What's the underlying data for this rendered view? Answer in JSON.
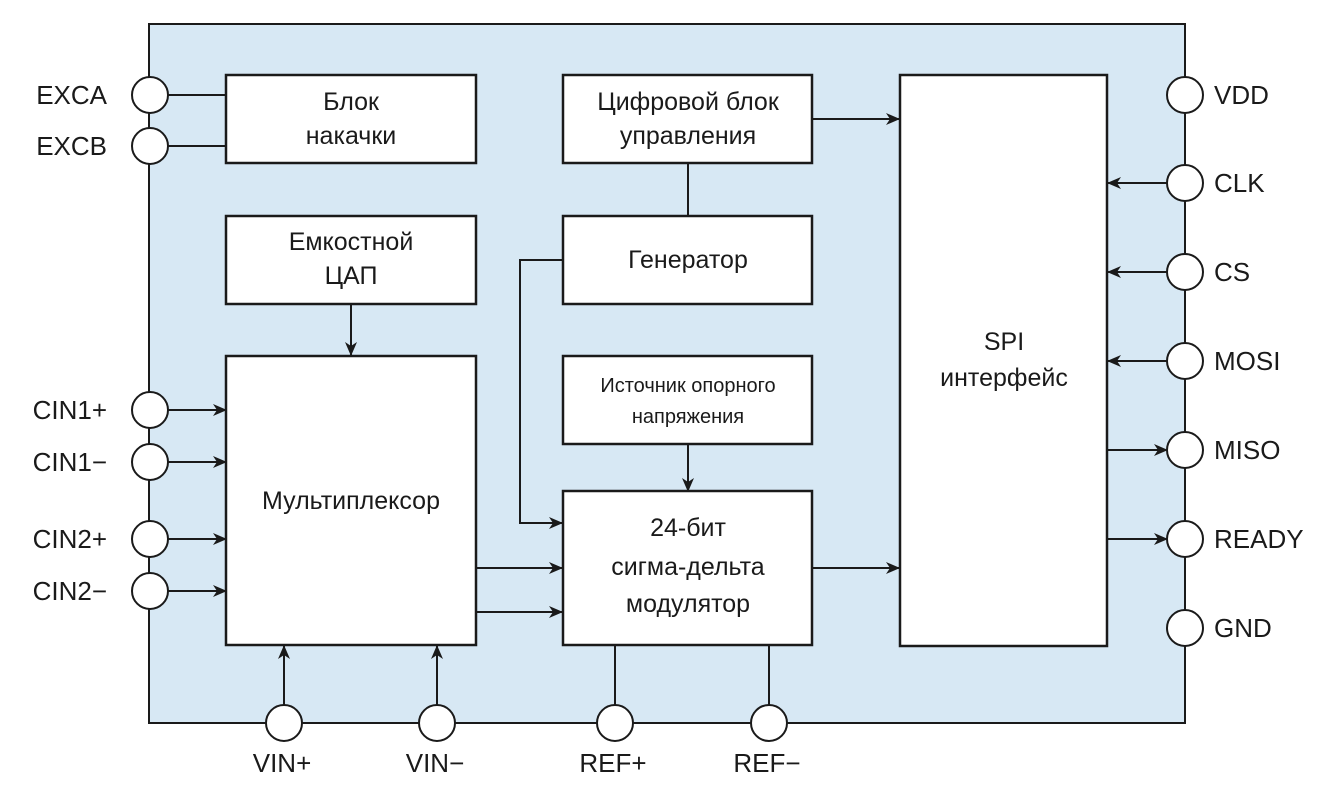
{
  "diagram": {
    "title": "",
    "colors": {
      "chip_fill": "#d7e8f4",
      "line": "#1a1a1a",
      "block_fill": "#ffffff"
    },
    "blocks": {
      "pump": [
        "Блок",
        "накачки"
      ],
      "cap_dac": [
        "Емкостной",
        "ЦАП"
      ],
      "mux": [
        "Мультиплексор"
      ],
      "digital_ctrl": [
        "Цифровой блок",
        "управления"
      ],
      "generator": [
        "Генератор"
      ],
      "vref": [
        "Источник опорного",
        "напряжения"
      ],
      "modulator": [
        "24-бит",
        "сигма-дельта",
        "модулятор"
      ],
      "spi": [
        "SPI",
        "интерфейс"
      ]
    },
    "pins": {
      "left": [
        "EXCA",
        "EXCB",
        "CIN1+",
        "CIN1−",
        "CIN2+",
        "CIN2−"
      ],
      "right": [
        "VDD",
        "CLK",
        "CS",
        "MOSI",
        "MISO",
        "READY",
        "GND"
      ],
      "bottom": [
        "VIN+",
        "VIN−",
        "REF+",
        "REF−"
      ]
    }
  }
}
